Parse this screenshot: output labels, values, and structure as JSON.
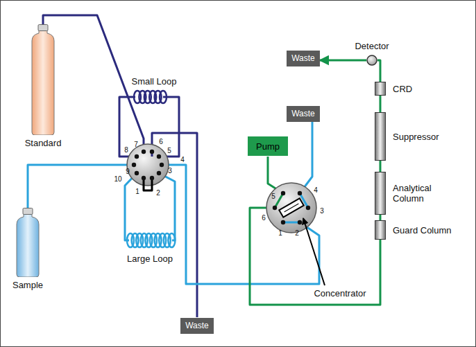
{
  "diagram": {
    "nodes": [
      {
        "text": [
          "Waste"
        ]
      },
      {
        "text": [
          "Detector"
        ]
      },
      {
        "text": [
          "Standard"
        ]
      },
      {
        "text": [
          "Waste"
        ]
      },
      {
        "text": [
          "CRD"
        ]
      },
      {
        "text": [
          "Suppressor"
        ]
      },
      {
        "text": [
          "Pump"
        ]
      },
      {
        "text": [
          "Analytical Column"
        ]
      },
      {
        "text": [
          "Guard Column"
        ]
      },
      {
        "text": [
          "Sample"
        ]
      },
      {
        "text": [
          "Waste"
        ]
      }
    ],
    "edges": [
      {
        "from": 8,
        "to": 7,
        "arrow": "none"
      },
      {
        "from": 7,
        "to": 5,
        "arrow": "none"
      },
      {
        "from": 5,
        "to": 4,
        "arrow": "none"
      },
      {
        "from": 4,
        "to": 1,
        "arrow": "none"
      },
      {
        "from": 1,
        "to": 0,
        "arrow": "to"
      }
    ],
    "labels": [
      "Small Loop",
      "Large Loop",
      "Concentrator",
      "6",
      "7",
      "5",
      "8",
      "9",
      "4",
      "3",
      "10",
      "1",
      "2",
      "5",
      "4",
      "6",
      "3",
      "1",
      "2"
    ]
  }
}
